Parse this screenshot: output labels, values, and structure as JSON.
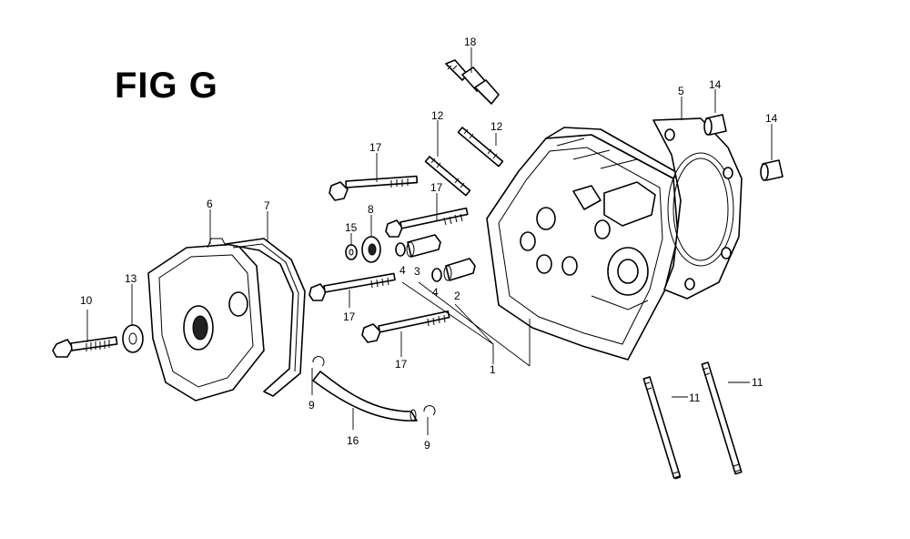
{
  "figure": {
    "title": "FIG G"
  },
  "callouts": [
    {
      "id": "c18",
      "label": "18"
    },
    {
      "id": "c12a",
      "label": "12"
    },
    {
      "id": "c12b",
      "label": "12"
    },
    {
      "id": "c5",
      "label": "5"
    },
    {
      "id": "c14a",
      "label": "14"
    },
    {
      "id": "c14b",
      "label": "14"
    },
    {
      "id": "c17a",
      "label": "17"
    },
    {
      "id": "c17b",
      "label": "17"
    },
    {
      "id": "c17c",
      "label": "17"
    },
    {
      "id": "c17d",
      "label": "17"
    },
    {
      "id": "c6",
      "label": "6"
    },
    {
      "id": "c7",
      "label": "7"
    },
    {
      "id": "c8",
      "label": "8"
    },
    {
      "id": "c15",
      "label": "15"
    },
    {
      "id": "c4a",
      "label": "4"
    },
    {
      "id": "c3",
      "label": "3"
    },
    {
      "id": "c4b",
      "label": "4"
    },
    {
      "id": "c2",
      "label": "2"
    },
    {
      "id": "c10",
      "label": "10"
    },
    {
      "id": "c13",
      "label": "13"
    },
    {
      "id": "c1",
      "label": "1"
    },
    {
      "id": "c9a",
      "label": "9"
    },
    {
      "id": "c16",
      "label": "16"
    },
    {
      "id": "c9b",
      "label": "9"
    },
    {
      "id": "c11a",
      "label": "11"
    },
    {
      "id": "c11b",
      "label": "11"
    }
  ]
}
